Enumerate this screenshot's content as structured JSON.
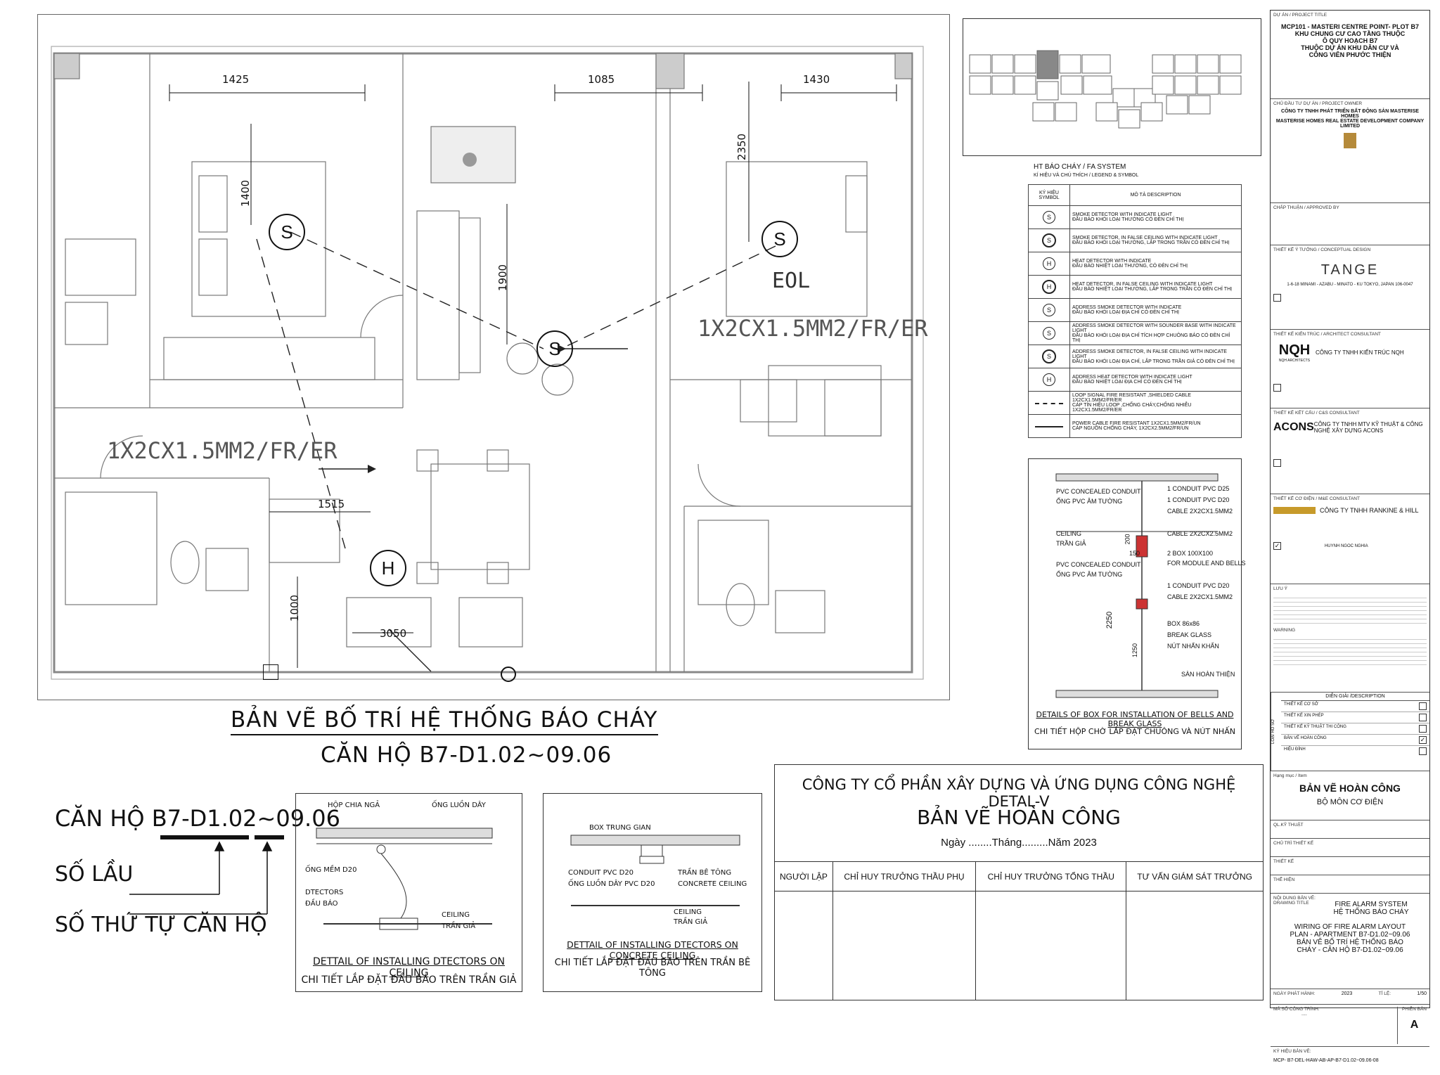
{
  "plan": {
    "dims": [
      "1425",
      "1085",
      "1430",
      "1400",
      "2350",
      "1900",
      "1515",
      "1000",
      "3050"
    ],
    "cable_label": "1X2CX1.5MM2/FR/ER",
    "eol_label": "EOL",
    "symbol_s": "S",
    "symbol_h": "H",
    "title_line1": "BẢN VẼ BỐ TRÍ HỆ THỐNG BÁO CHÁY",
    "title_line2": "CĂN HỘ B7-D1.02~09.06"
  },
  "apartment_code": {
    "code": "CĂN HỘ B7-D1.02~09.06",
    "floor_label": "SỐ LẦU",
    "unit_label": "SỐ THỨ TỰ CĂN HỘ"
  },
  "detail_ceiling": {
    "labels": [
      "HỘP CHIA NGẢ",
      "ỐNG LUỒN DÂY",
      "ỐNG MỀM D20",
      "DTECTORS",
      "ĐẦU BÁO",
      "CEILING",
      "TRẦN GIẢ"
    ],
    "caption_en": "DETTAIL OF INSTALLING DTECTORS ON CEILING",
    "caption_vn": "CHI TIẾT LẮP ĐẶT ĐẦU BÁO TRÊN TRẦN GIẢ"
  },
  "detail_concrete": {
    "labels": [
      "BOX TRUNG GIAN",
      "CONDUIT PVC D20",
      "ỐNG LUỒN DÂY PVC D20",
      "TRẦN BÊ TÔNG",
      "CONCRETE CEILING",
      "CEILING",
      "TRẦN GIẢ"
    ],
    "caption_en": "DETTAIL OF INSTALLING DTECTORS ON CONCRETE CEILING",
    "caption_vn": "CHI TIẾT LẮP ĐẶT ĐẦU BÁO TRÊN TRẦN BÊ TÔNG"
  },
  "legend": {
    "title": "HT BÁO CHÁY / FA SYSTEM",
    "subtitle": "KÍ HIỆU VÀ CHÚ THÍCH / LEGEND & SYMBOL",
    "col_symbol": "KÝ HIỆU SYMBOL",
    "col_desc": "MÔ TẢ DESCRIPTION",
    "rows": [
      {
        "sym": "S",
        "en": "SMOKE DETECTOR WITH INDICATE LIGHT",
        "vn": "ĐẦU BÁO KHÓI LOẠI THƯỜNG CÓ ĐÈN CHỈ THỊ"
      },
      {
        "sym": "S",
        "en": "SMOKE DETECTOR, IN FALSE CEILING WITH INDICATE LIGHT",
        "vn": "ĐẦU BÁO KHÓI LOẠI THƯỜNG, LẮP TRONG TRẦN CÓ ĐÈN CHỈ THỊ"
      },
      {
        "sym": "H",
        "en": "HEAT DETECTOR WITH INDICATE",
        "vn": "ĐẦU BÁO NHIỆT LOẠI THƯỜNG, CÓ ĐÈN CHỈ THỊ"
      },
      {
        "sym": "H",
        "en": "HEAT DETECTOR, IN FALSE CEILING WITH INDICATE LIGHT",
        "vn": "ĐẦU BÁO NHIỆT LOẠI THƯỜNG, LẮP TRONG TRẦN CÓ ĐÈN CHỈ THỊ"
      },
      {
        "sym": "S",
        "en": "ADDRESS SMOKE DETECTOR WITH INDICATE",
        "vn": "ĐẦU BÁO KHÓI LOẠI ĐỊA CHỈ CÓ ĐÈN CHỈ THỊ"
      },
      {
        "sym": "S",
        "en": "ADDRESS SMOKE DETECTOR WITH SOUNDER BASE WITH INDICATE LIGHT",
        "vn": "ĐẦU BÁO KHÓI LOẠI ĐỊA CHỈ TÍCH HỢP CHUÔNG BÁO CÓ ĐÈN CHỈ THỊ"
      },
      {
        "sym": "S",
        "en": "ADDRESS SMOKE DETECTOR, IN FALSE CEILING WITH INDICATE LIGHT",
        "vn": "ĐẦU BÁO KHÓI LOẠI ĐỊA CHỈ, LẮP TRONG TRẦN GIẢ CÓ ĐÈN CHỈ THỊ"
      },
      {
        "sym": "H",
        "en": "ADDRESS HEAT DETECTOR WITH INDICATE LIGHT",
        "vn": "ĐẦU BÁO NHIỆT LOẠI ĐỊA CHỈ CÓ ĐÈN CHỈ THỊ"
      },
      {
        "sym": "",
        "en": "LOOP SIGNAL FIRE RESISTANT ,SHIELDED CABLE 1X2CX1.5MM2/FR/ER",
        "vn": "CÁP TÍN HIỆU LOOP ,CHỐNG CHÁY,CHỐNG NHIỄU 1X2CX1.5MM2/FR/ER"
      },
      {
        "sym": "",
        "en": "POWER CABLE FIRE RESISTANT 1X2CX1.5MM2/FR/UN",
        "vn": "CÁP NGUỒN CHỐNG CHÁY, 1X2CX2.5MM2/FR/UN"
      }
    ]
  },
  "box_detail": {
    "labels": [
      "PVC CONCEALED CONDUIT",
      "ỐNG PVC ÂM TƯỜNG",
      "1 CONDUIT PVC D25",
      "1 CONDUIT PVC D20",
      "CABLE 2X2CX1.5MM2",
      "CEILING",
      "TRẦN GIẢ",
      "CABLE 2X2CX2.5MM2",
      "2 BOX 100X100",
      "FOR MODULE AND BELLS",
      "PVC CONCEALED CONDUIT",
      "ỐNG PVC ÂM TƯỜNG",
      "1 CONDUIT PVC D20",
      "CABLE 2X2CX1.5MM2",
      "BOX 86x86",
      "BREAK GLASS",
      "NÚT NHẤN KHẨN",
      "SÀN HOÀN THIỆN"
    ],
    "dims": [
      "200",
      "150",
      "2250",
      "1250"
    ],
    "caption_en": "DETAILS OF BOX FOR INSTALLATION OF BELLS AND BREAK GLASS",
    "caption_vn": "CHI TIẾT HỘP CHỜ LẮP ĐẶT CHUÔNG VÀ NÚT NHẤN"
  },
  "stamp": {
    "company": "CÔNG TY CỔ PHẦN XÂY DỰNG  VÀ ỨNG DỤNG CÔNG NGHỆ DETAL-V",
    "title": "BẢN VẼ HOÀN CÔNG",
    "date": "Ngày ........Tháng.........Năm 2023",
    "signers": [
      "NGƯỜI LẬP",
      "CHỈ HUY TRƯỞNG THẦU PHỤ",
      "CHỈ HUY TRƯỞNG TỔNG THẦU",
      "TƯ VẤN GIÁM SÁT TRƯỞNG"
    ]
  },
  "titleblock": {
    "project_label": "DỰ ÁN / PROJECT TITLE",
    "project_l1": "MCP101 - MASTERI CENTRE POINT- PLOT B7",
    "project_l2": "KHU CHUNG CƯ CAO TẦNG THUỘC",
    "project_l3": "Ô QUY HOẠCH B7",
    "project_l4": "THUỘC DỰ ÁN KHU DÂN CƯ VÀ",
    "project_l5": "CÔNG VIÊN PHƯỚC THIỆN",
    "owner_label": "CHỦ ĐẦU TƯ DỰ ÁN / PROJECT OWNER",
    "owner_l1": "CÔNG TY TNHH PHÁT TRIỂN BẤT ĐỘNG SẢN MASTERISE HOMES",
    "owner_l2": "MASTERISE HOMES REAL ESTATE DEVELOPMENT COMPANY LIMITED",
    "approved_label": "CHẤP THUẬN / APPROVED BY",
    "concept_label": "THIẾT KẾ Ý TƯỞNG / CONCEPTUAL DESIGN",
    "concept_logo": "TANGE",
    "concept_addr": "1-6-18 MINAMI - AZABU - MINATO - KU TOKYO, JAPAN 106-0047",
    "architect_label": "THIẾT KẾ KIẾN TRÚC / ARCHITECT CONSULTANT",
    "architect_logo": "NQH",
    "architect_logo_sub": "NQH ARCHITECTS",
    "architect_name": "CÔNG TY TNHH KIẾN TRÚC NQH",
    "cs_label": "THIẾT KẾ KẾT CẤU / C&S CONSULTANT",
    "cs_logo": "ACONS",
    "cs_name": "CÔNG TY TNHH MTV KỸ THUẬT & CÔNG NGHỆ XÂY DỰNG ACONS",
    "me_label": "THIẾT KẾ CƠ ĐIỆN / M&E CONSULTANT",
    "me_name": "CÔNG TY TNHH RANKINE & HILL",
    "me_signer": "HUYNH NGOC NGHIA",
    "note_label": "LƯU Ý",
    "warning_label": "WARNING",
    "desc_label": "DIỄN GIẢI /DESCRIPTION",
    "loai_ho_so": "LOẠI HỒ SƠ",
    "stages": [
      "THIẾT KẾ CƠ SỞ",
      "THIẾT KẾ XIN PHÉP",
      "THIẾT KẾ KỸ THUẬT THI CÔNG",
      "BẢN VẼ HOÀN CÔNG",
      "HIỆU ĐÍNH"
    ],
    "item_label": "Hạng mục / Item",
    "item_title": "BẢN VẼ HOÀN CÔNG",
    "item_sub": "BỘ MÔN CƠ ĐIỆN",
    "roles": [
      "QL.KỸ THUẬT",
      "CHỦ TRÌ THIẾT KẾ",
      "THIẾT KẾ",
      "THỂ HIỆN"
    ],
    "content_label": "NỘI DUNG BẢN VẼ:",
    "drawing_title_label": "DRAWING TITLE",
    "dt1": "FIRE ALARM SYSTEM",
    "dt2": "HỆ THỐNG BÁO CHÁY",
    "dt3": "WIRING OF FIRE ALARM LAYOUT",
    "dt4": "PLAN - APARTMENT B7-D1.02~09.06",
    "dt5": "BẢN VẼ BỐ TRÍ HỆ THỐNG BÁO",
    "dt6": "CHÁY - CĂN HỘ B7-D1.02~09.06",
    "issue_label": "NGÀY PHÁT HÀNH:",
    "issue_value": "2023",
    "scale_label": "TỈ LỆ:",
    "scale_value": "1/50",
    "proj_code_label": "MÃ SỐ CÔNG TRÌNH:",
    "proj_code_value": "....",
    "rev_label": "PHIÊN BẢN",
    "rev_value": "A",
    "dwg_no_label": "KÝ HIỆU BẢN VẼ:",
    "dwg_no_value": "MCP- B7-DEL-HAW-AB-AP-B7-D1.02~09.06-08"
  }
}
